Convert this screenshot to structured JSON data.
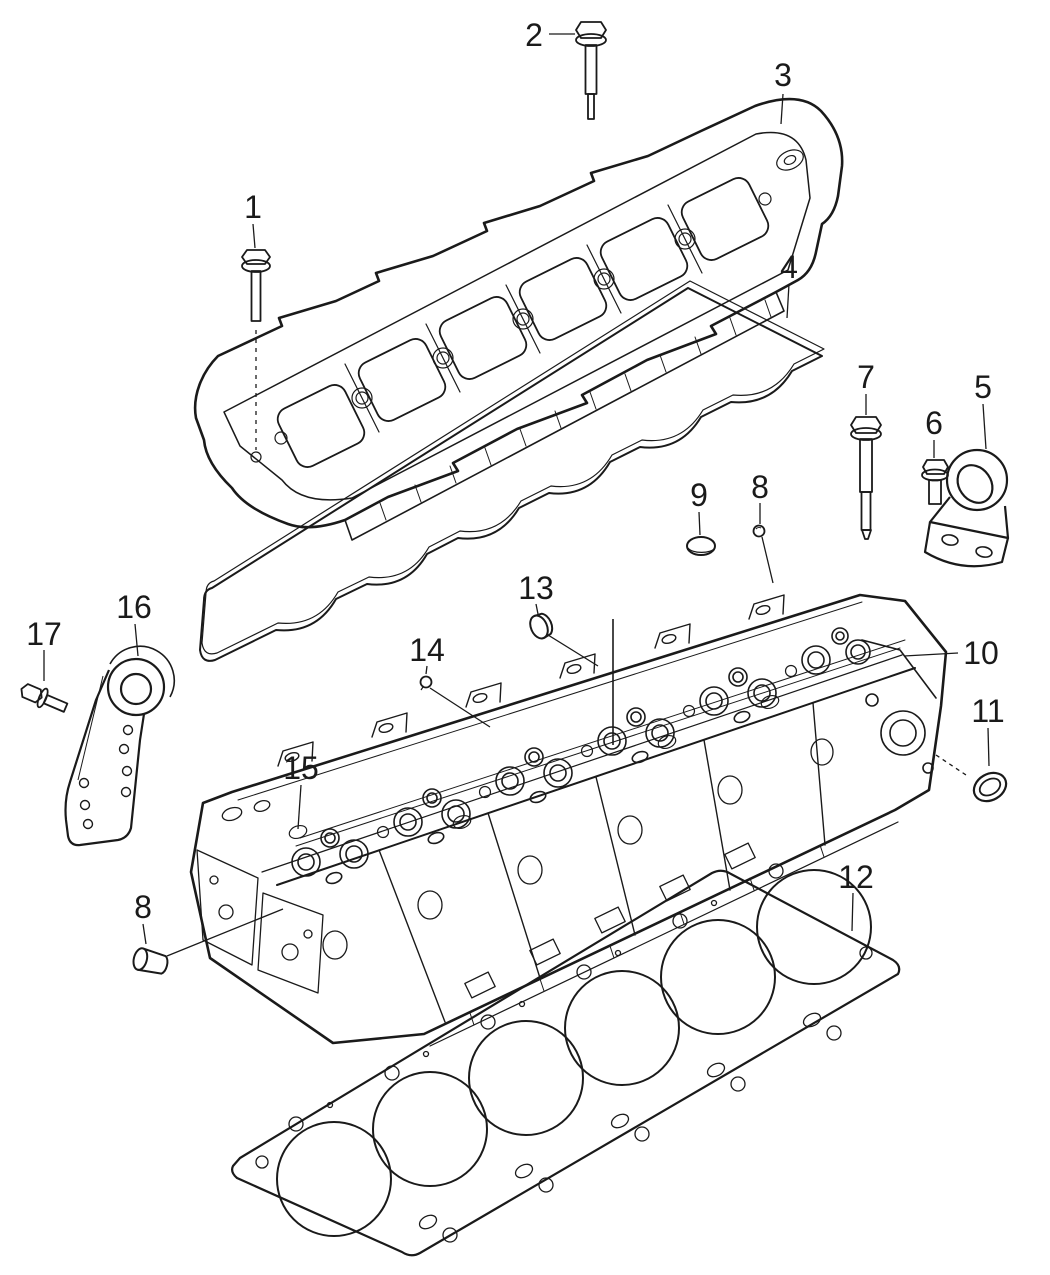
{
  "figure": {
    "kind": "exploded-parts-line-diagram",
    "description": "Black-and-white exploded view: valve cover, cover gasket, cylinder head, head gasket and small fasteners with numbered callouts",
    "background_color": "#ffffff",
    "line_color": "#1a1a1a"
  },
  "callouts": [
    {
      "number": "1"
    },
    {
      "number": "2"
    },
    {
      "number": "3"
    },
    {
      "number": "4"
    },
    {
      "number": "5"
    },
    {
      "number": "6"
    },
    {
      "number": "7"
    },
    {
      "number": "8"
    },
    {
      "number": "9"
    },
    {
      "number": "10"
    },
    {
      "number": "11"
    },
    {
      "number": "12"
    },
    {
      "number": "13"
    },
    {
      "number": "14"
    },
    {
      "number": "15"
    },
    {
      "number": "16"
    },
    {
      "number": "17"
    },
    {
      "number": "8"
    }
  ]
}
